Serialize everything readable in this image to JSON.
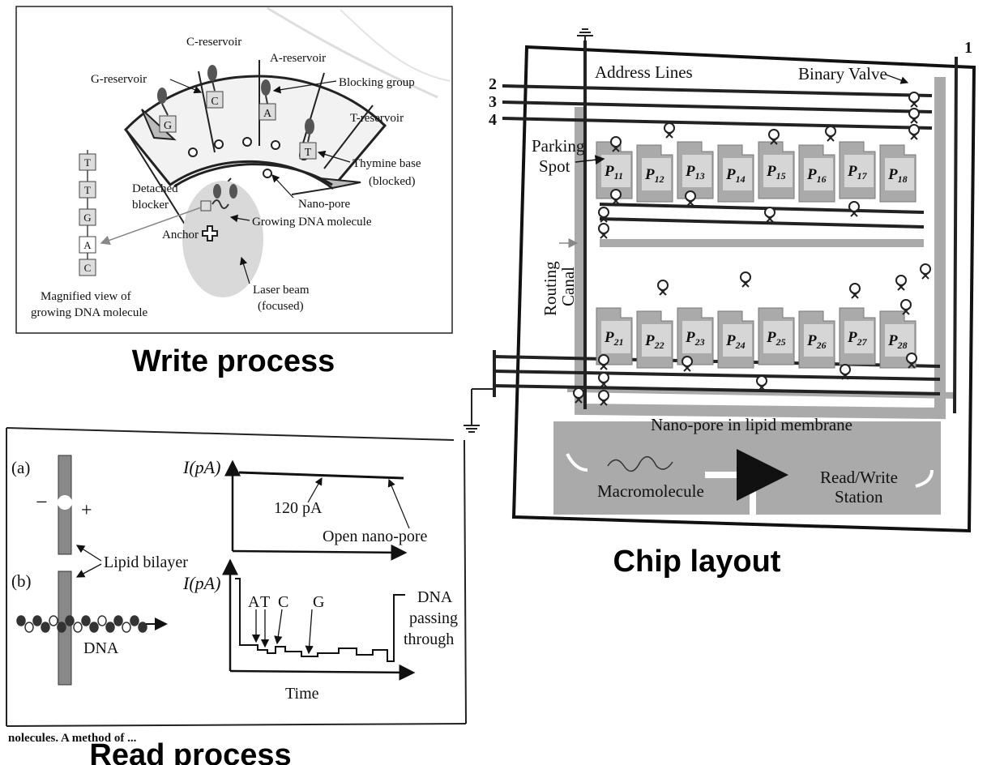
{
  "write": {
    "caption": "Write process",
    "reservoirs": {
      "g": "G-reservoir",
      "c": "C-reservoir",
      "a": "A-reservoir",
      "t": "T-reservoir"
    },
    "bases": [
      "G",
      "C",
      "A",
      "T"
    ],
    "blocking_group": "Blocking group",
    "thymine_1": "Thymine base",
    "thymine_2": "(blocked)",
    "detached_1": "Detached",
    "detached_2": "blocker",
    "nano_pore": "Nano-pore",
    "growing": "Growing DNA molecule",
    "anchor": "Anchor",
    "laser_1": "Laser beam",
    "laser_2": "(focused)",
    "magnified_1": "Magnified view of",
    "magnified_2": "growing DNA molecule",
    "strand": [
      "T",
      "T",
      "G",
      "A",
      "C"
    ]
  },
  "chip": {
    "caption": "Chip layout",
    "address_lines": "Address Lines",
    "binary_valve": "Binary Valve",
    "parking_1": "Parking",
    "parking_2": "Spot",
    "routing_1": "Routing",
    "routing_2": "Canal",
    "nano_pore_membrane": "Nano-pore in lipid membrane",
    "macromolecule": "Macromolecule",
    "rw_1": "Read/Write",
    "rw_2": "Station",
    "line_numbers": [
      "1",
      "2",
      "3",
      "4"
    ],
    "spots_row1": [
      "11",
      "12",
      "13",
      "14",
      "15",
      "16",
      "17",
      "18"
    ],
    "spots_row2": [
      "21",
      "22",
      "23",
      "24",
      "25",
      "26",
      "27",
      "28"
    ],
    "spot_letter": "P"
  },
  "read": {
    "caption": "Read process",
    "panel_a": "(a)",
    "panel_b": "(b)",
    "minus": "−",
    "plus": "+",
    "current_label": "I(pA)",
    "current_value": "120 pA",
    "open_pore": "Open nano-pore",
    "lipid_bilayer": "Lipid bilayer",
    "dna": "DNA",
    "bases": [
      "A",
      "T",
      "C",
      "G"
    ],
    "passing_1": "DNA",
    "passing_2": "passing",
    "passing_3": "through",
    "time": "Time",
    "footer_fragment": "nolecules. A method of ..."
  }
}
